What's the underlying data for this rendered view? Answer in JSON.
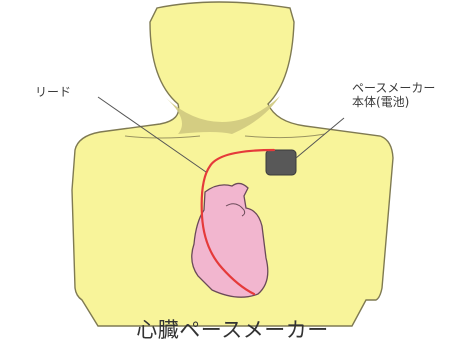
{
  "labels": {
    "lead": "リード",
    "device_line1": "ペースメーカー",
    "device_line2": "本体(電池)"
  },
  "title": "心臓ペースメーカー",
  "colors": {
    "skin": "#f8f49a",
    "skin_outline": "#7f7a52",
    "neck_shadow": "#cfc980",
    "heart": "#f2b6cf",
    "heart_outline": "#6a4a58",
    "lead_wire": "#e53a3a",
    "device": "#585858",
    "pointer_line": "#555555"
  }
}
